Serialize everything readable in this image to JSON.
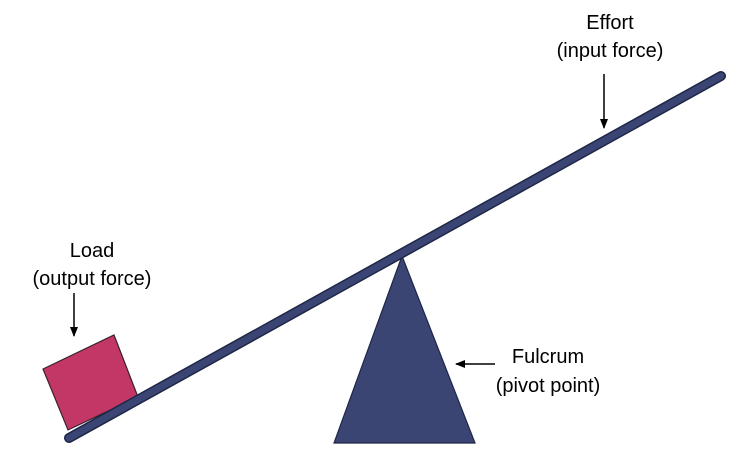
{
  "diagram": {
    "effort": {
      "title": "Effort",
      "subtitle": "(input force)"
    },
    "load": {
      "title": "Load",
      "subtitle": "(output force)"
    },
    "fulcrum": {
      "title": "Fulcrum",
      "subtitle": "(pivot point)"
    }
  },
  "colors": {
    "lever": "#3a4574",
    "lever_outline": "#1f2747",
    "fulcrum": "#3a4574",
    "fulcrum_outline": "#1f2747",
    "load_box": "#c23766",
    "load_box_outline": "#3b2030",
    "arrow": "#000000",
    "text": "#000000"
  }
}
